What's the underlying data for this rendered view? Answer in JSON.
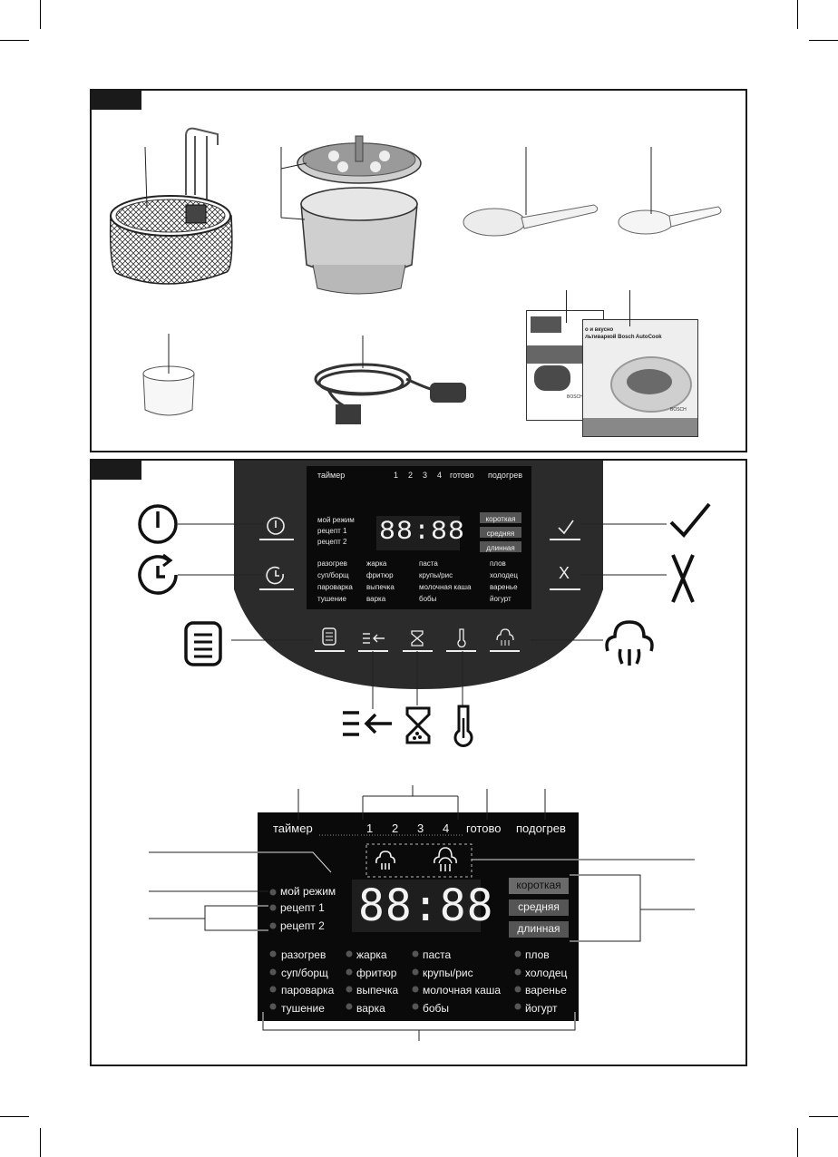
{
  "display": {
    "top_labels": [
      "таймер",
      "1",
      "2",
      "3",
      "4",
      "готово",
      "подогрев"
    ],
    "time": "88:88",
    "left_modes": [
      "мой режим",
      "рецепт 1",
      "рецепт 2"
    ],
    "duration_buttons": [
      "короткая",
      "средняя",
      "длинная"
    ],
    "programs": [
      [
        "разогрев",
        "суп/борщ",
        "пароварка",
        "тушение"
      ],
      [
        "жарка",
        "фритюр",
        "выпечка",
        "варка"
      ],
      [
        "паста",
        "крупы/рис",
        "молочная каша",
        "бобы"
      ],
      [
        "плов",
        "холодец",
        "варенье",
        "йогурт"
      ]
    ]
  },
  "panel_buttons": {
    "cancel_symbol": "X"
  },
  "books": {
    "cover_line1": "о и вкусно",
    "cover_line2": "льтиваркой Bosch AutoCook",
    "brand": "BOSCH"
  },
  "icons": [
    "power-icon",
    "timer-icon",
    "menu-icon",
    "back-icon",
    "hourglass-icon",
    "thermometer-icon",
    "steam-icon",
    "check-icon",
    "cancel-icon",
    "low-pressure-icon",
    "high-pressure-icon"
  ],
  "colors": {
    "panel": "#2b2b2b",
    "display": "#0a0a0a",
    "frame": "#1a1a1a"
  }
}
